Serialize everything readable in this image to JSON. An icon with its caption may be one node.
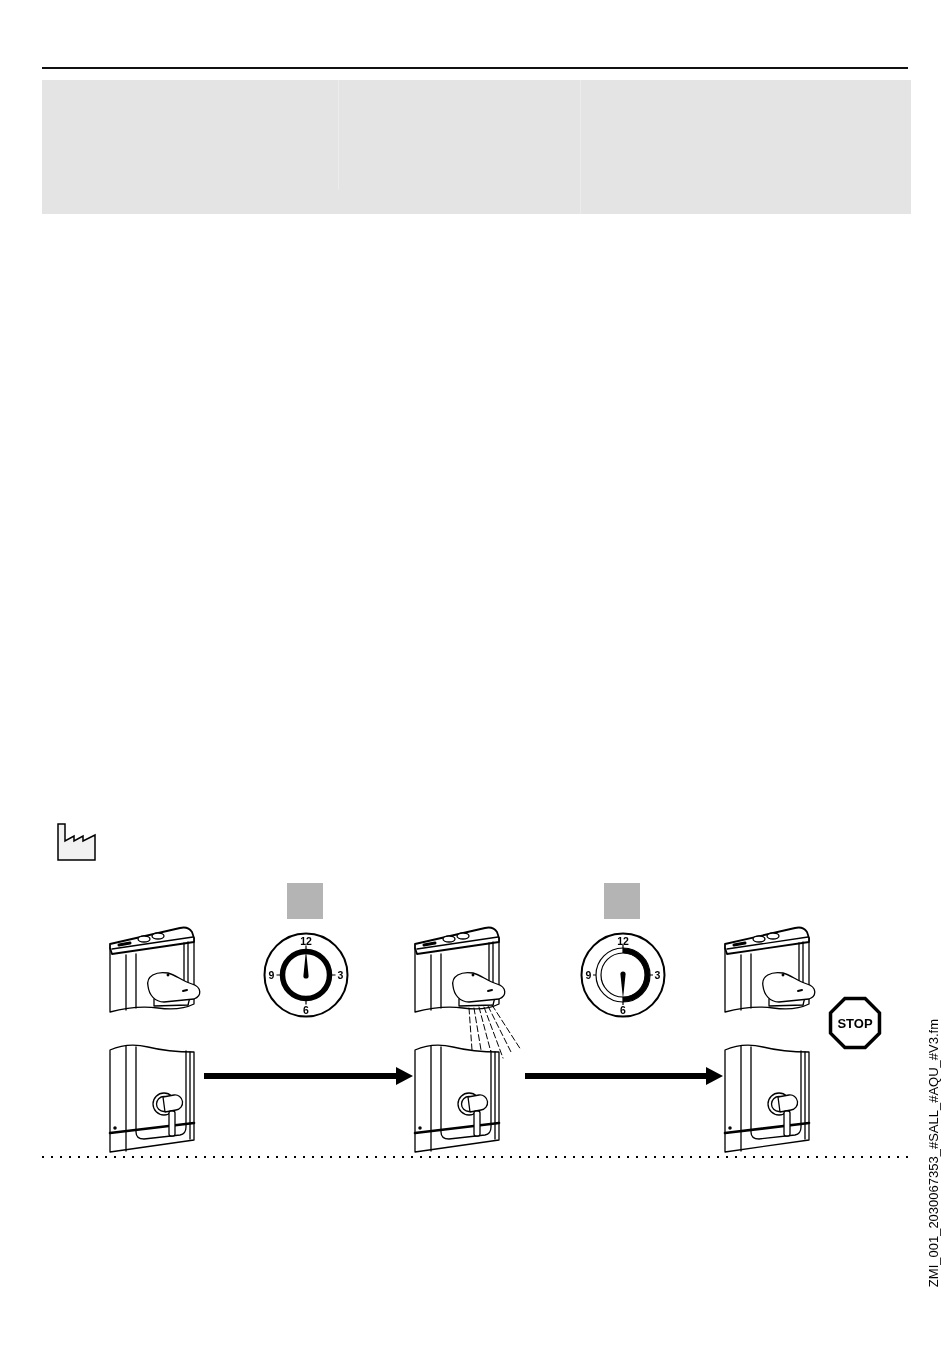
{
  "diagram": {
    "nodes": [
      {
        "text": [],
        "shape": "picture"
      },
      {
        "text": [
          "12",
          "9",
          "3",
          "6"
        ]
      },
      {
        "text": [],
        "shape": "picture"
      },
      {
        "text": [
          "12",
          "9",
          "3",
          "6"
        ]
      },
      {
        "text": [],
        "shape": "picture"
      },
      {
        "text": [
          "STOP"
        ]
      }
    ],
    "edges": [
      {
        "from": 0,
        "to": 2,
        "arrow": "to"
      },
      {
        "from": 2,
        "to": 4,
        "arrow": "to"
      }
    ],
    "labels": [
      "ZMI_001_2030067353_#SALL_#AQU_#V3.fm"
    ]
  }
}
